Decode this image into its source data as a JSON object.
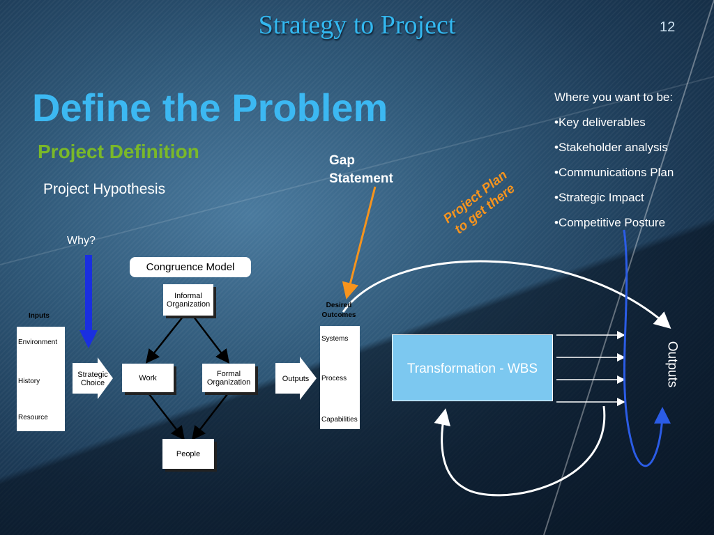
{
  "slide": {
    "header": "Strategy to Project",
    "page_number": "12",
    "title": "Define the Problem",
    "subtitle": "Project Definition",
    "hypothesis": "Project Hypothesis",
    "why": "Why?",
    "gap_line1": "Gap",
    "gap_line2": "Statement",
    "plan_line1": "Project Plan",
    "plan_line2": "to get there",
    "where_list": [
      "Where you want to be:",
      "•Key deliverables",
      "•Stakeholder analysis",
      "•Communications Plan",
      "•Strategic Impact",
      "•Competitive Posture"
    ]
  },
  "diagram": {
    "congruence_model": "Congruence Model",
    "inputs_header": "Inputs",
    "inputs": [
      "Environment",
      "History",
      "Resource"
    ],
    "strategic_choice_line1": "Strategic",
    "strategic_choice_line2": "Choice",
    "informal_line1": "Informal",
    "informal_line2": "Organization",
    "work": "Work",
    "formal_line1": "Formal",
    "formal_line2": "Organization",
    "people": "People",
    "outputs_arrow": "Outputs",
    "desired_line1": "Desired",
    "desired_line2": "Outcomes",
    "outcomes": [
      "Systems",
      "Process",
      "Capabilities"
    ],
    "wbs": "Transformation - WBS",
    "outputs_rotated": "Outputs"
  },
  "colors": {
    "title_blue": "#3cb8f2",
    "subtitle_green": "#7ab829",
    "plan_orange": "#f7941d",
    "wbs_fill": "#7cc8f0",
    "arrow_blue": "#1a2fe0"
  }
}
